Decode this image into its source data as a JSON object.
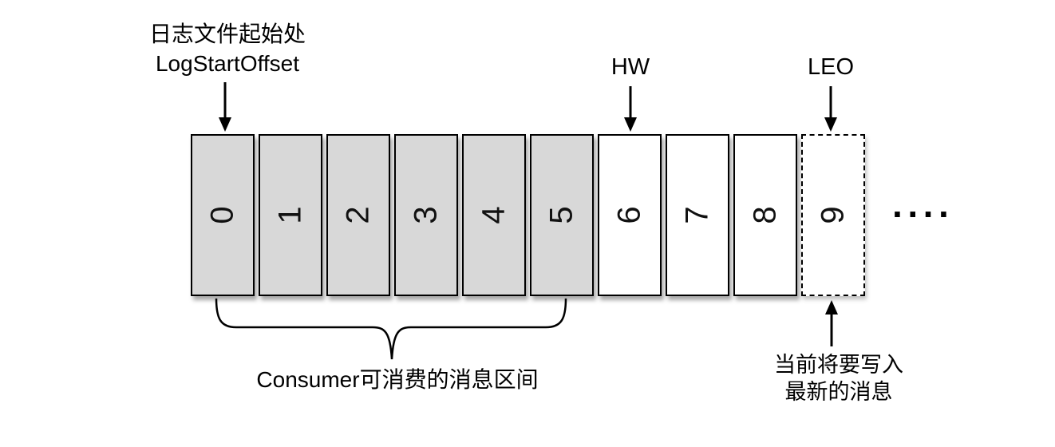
{
  "diagram_title": "Kafka log offsets diagram",
  "labels": {
    "log_start_line1": "日志文件起始处",
    "log_start_line2": "LogStartOffset",
    "hw": "HW",
    "leo": "LEO",
    "consumer_range": "Consumer可消费的消息区间",
    "next_write_line1": "当前将要写入",
    "next_write_line2": "最新的消息",
    "ellipsis": "····"
  },
  "boxes": {
    "items": [
      {
        "label": "0",
        "state": "consumed"
      },
      {
        "label": "1",
        "state": "consumed"
      },
      {
        "label": "2",
        "state": "consumed"
      },
      {
        "label": "3",
        "state": "consumed"
      },
      {
        "label": "4",
        "state": "consumed"
      },
      {
        "label": "5",
        "state": "consumed"
      },
      {
        "label": "6",
        "state": "written"
      },
      {
        "label": "7",
        "state": "written"
      },
      {
        "label": "8",
        "state": "written"
      },
      {
        "label": "9",
        "state": "next"
      }
    ]
  },
  "colors": {
    "consumed_fill": "#d8d8d8",
    "written_fill": "#ffffff",
    "line": "#000000",
    "background": "#ffffff"
  }
}
